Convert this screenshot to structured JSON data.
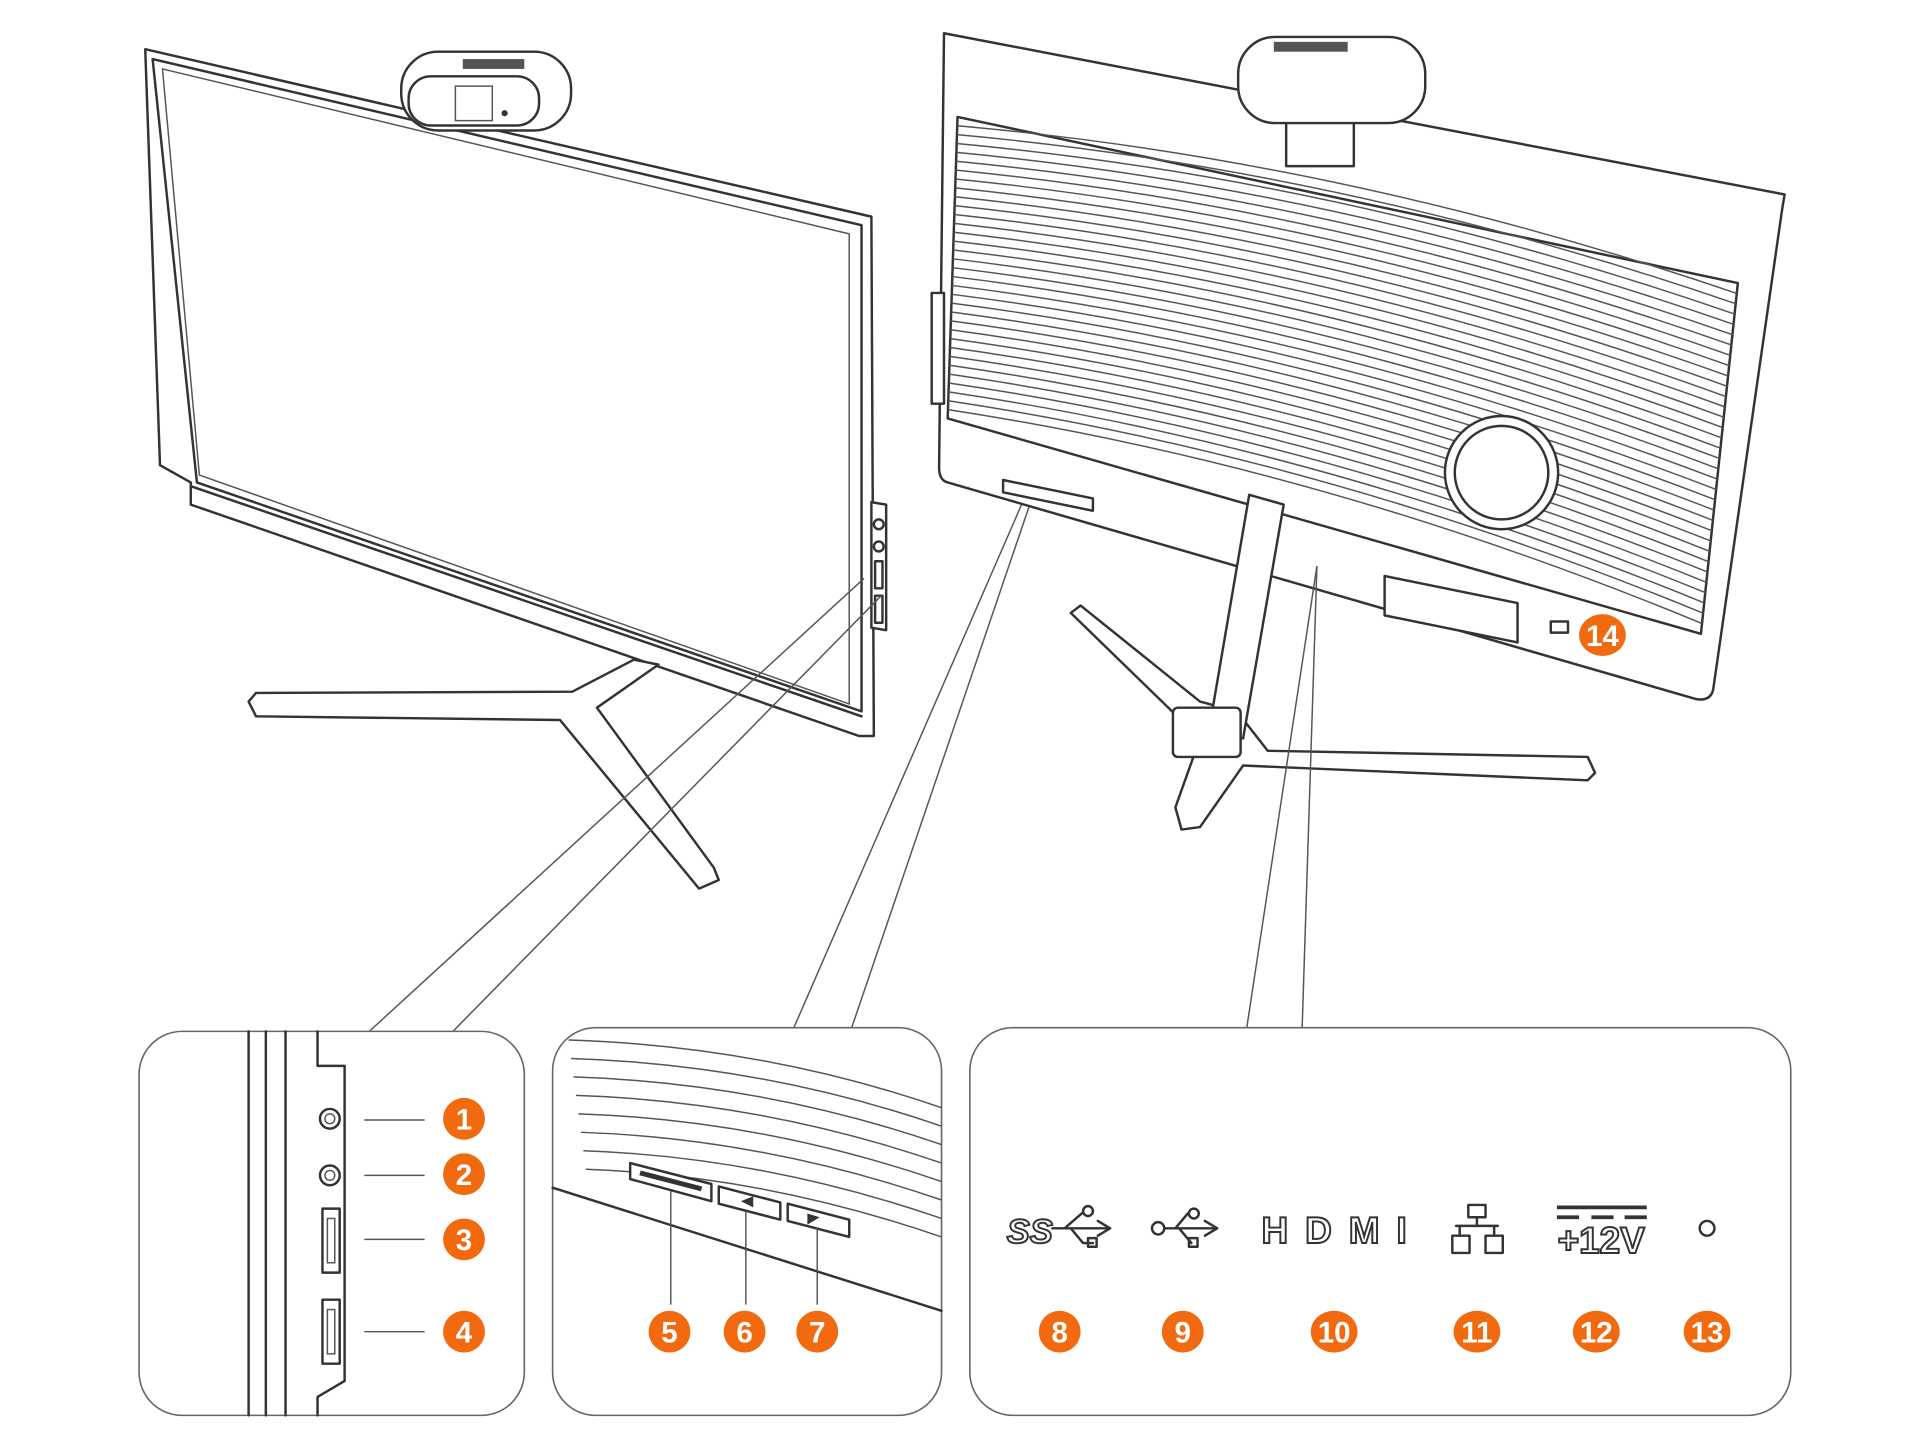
{
  "colors": {
    "accent": "#f26a10",
    "line": "#333333"
  },
  "callouts": [
    {
      "n": "1"
    },
    {
      "n": "2"
    },
    {
      "n": "3"
    },
    {
      "n": "4"
    },
    {
      "n": "5"
    },
    {
      "n": "6"
    },
    {
      "n": "7"
    },
    {
      "n": "8"
    },
    {
      "n": "9"
    },
    {
      "n": "10"
    },
    {
      "n": "11"
    },
    {
      "n": "12"
    },
    {
      "n": "13"
    },
    {
      "n": "14"
    }
  ],
  "port_labels": {
    "superspeed": "SS",
    "hdmi": "HDMI",
    "power": "+12V"
  },
  "icons": [
    "audio-jack-icon",
    "usb-a-icon",
    "card-slot-icon",
    "left-button-icon",
    "right-button-icon",
    "usb3-superspeed-icon",
    "usb-icon",
    "hdmi-icon",
    "ethernet-icon",
    "dc-12v-icon",
    "power-led-icon"
  ]
}
